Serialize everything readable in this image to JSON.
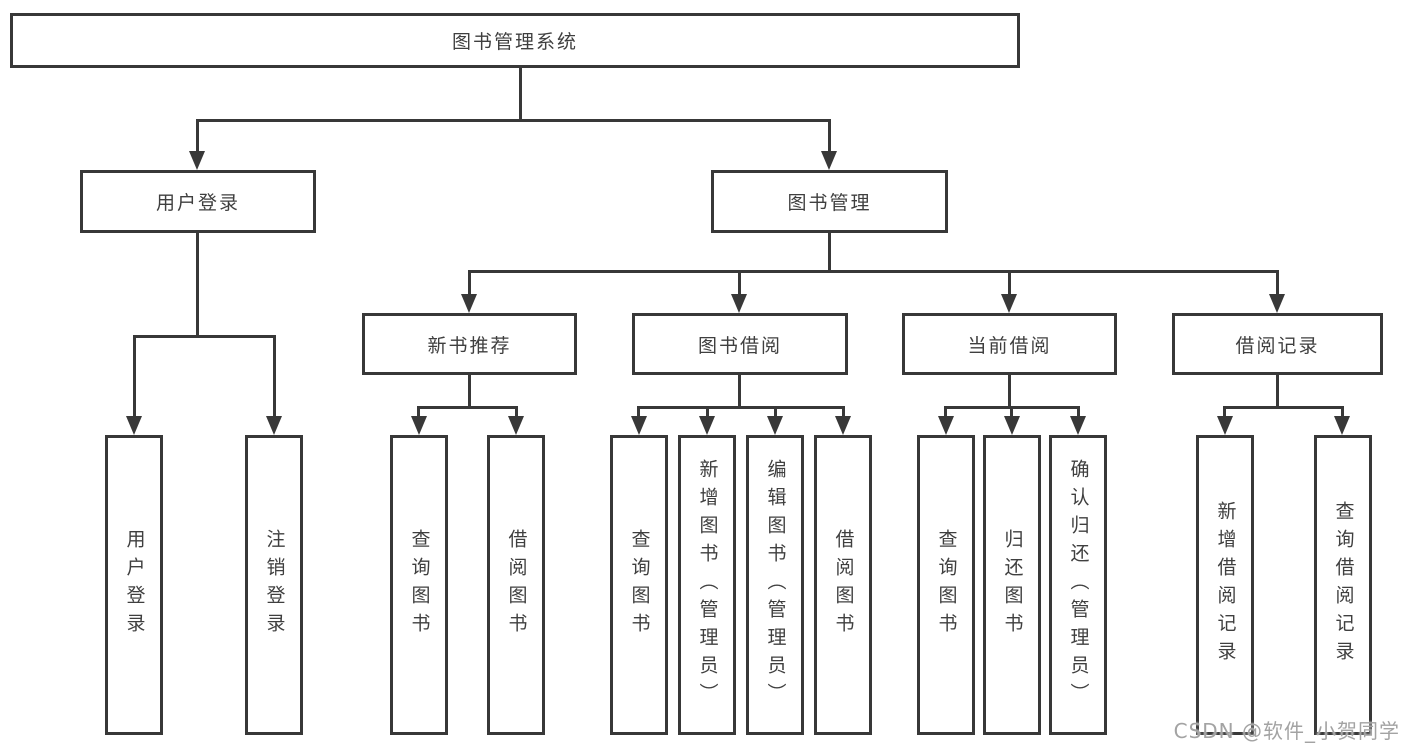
{
  "colors": {
    "line": "#383838",
    "text": "#3f3f3f",
    "background": "#ffffff",
    "watermark": "#a3a3a3"
  },
  "tree": {
    "label": "图书管理系统",
    "children": [
      {
        "label": "用户登录",
        "children": [
          {
            "label": "用户登录"
          },
          {
            "label": "注销登录"
          }
        ]
      },
      {
        "label": "图书管理",
        "children": [
          {
            "label": "新书推荐",
            "children": [
              {
                "label": "查询图书"
              },
              {
                "label": "借阅图书"
              }
            ]
          },
          {
            "label": "图书借阅",
            "children": [
              {
                "label": "查询图书"
              },
              {
                "label": "新增图书（管理员）"
              },
              {
                "label": "编辑图书（管理员）"
              },
              {
                "label": "借阅图书"
              }
            ]
          },
          {
            "label": "当前借阅",
            "children": [
              {
                "label": "查询图书"
              },
              {
                "label": "归还图书"
              },
              {
                "label": "确认归还（管理员）"
              }
            ]
          },
          {
            "label": "借阅记录",
            "children": [
              {
                "label": "新增借阅记录"
              },
              {
                "label": "查询借阅记录"
              }
            ]
          }
        ]
      }
    ]
  },
  "watermark": {
    "text": "CSDN @软件_小贺同学"
  }
}
